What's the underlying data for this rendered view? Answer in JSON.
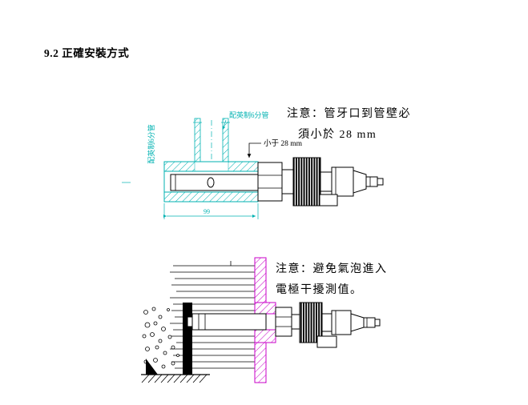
{
  "colors": {
    "pipe_cyan": "#00b2b2",
    "wall_magenta": "#c800c8",
    "ink": "#000000",
    "paper": "#ffffff"
  },
  "page": {
    "title": "9.2 正確安裝方式"
  },
  "top_diagram": {
    "pipe_label_vertical": "配英制6分管",
    "pipe_label_top": "配英制6分管",
    "clearance_label": "小于 28 mm",
    "length_dimension": "99",
    "note": {
      "line1": "注意：管牙口到管壁必",
      "line2": "須小於 28 mm"
    }
  },
  "bottom_diagram": {
    "note": {
      "line1": "注意：避免氣泡進入",
      "line2": "電極干擾測值。"
    }
  }
}
